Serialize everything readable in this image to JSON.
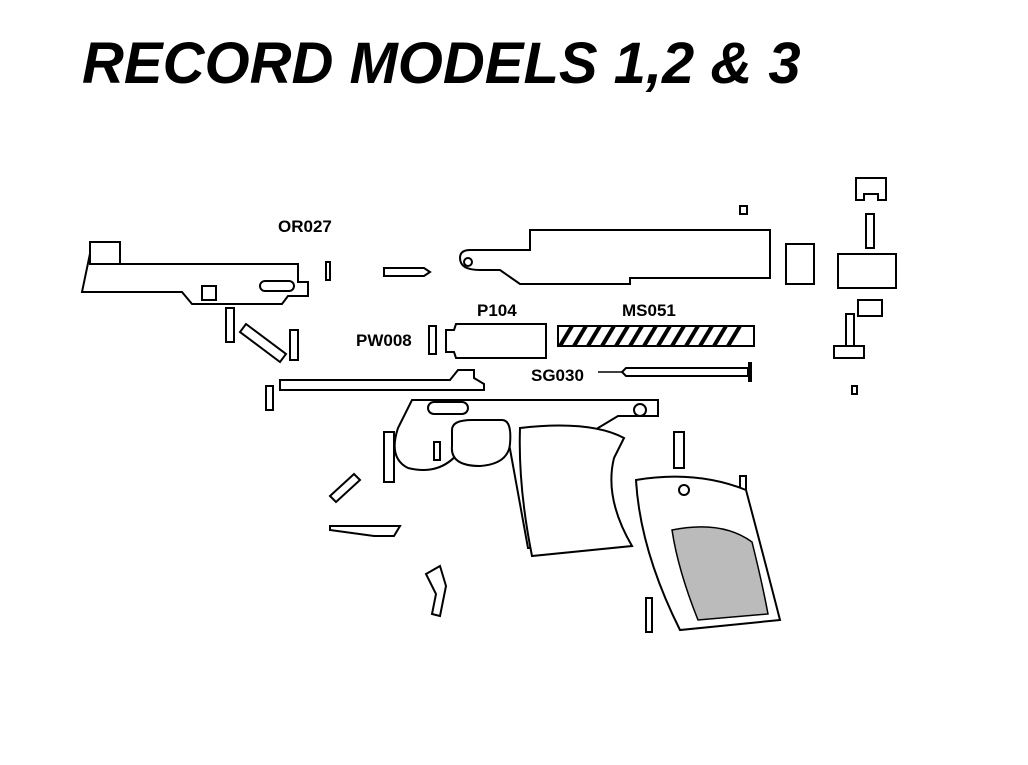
{
  "title": "RECORD MODELS 1,2 & 3",
  "labels": {
    "or027": "OR027",
    "p104": "P104",
    "ms051": "MS051",
    "pw008": "PW008",
    "sg030": "SG030"
  },
  "colors": {
    "ink": "#000000",
    "background": "#ffffff"
  }
}
